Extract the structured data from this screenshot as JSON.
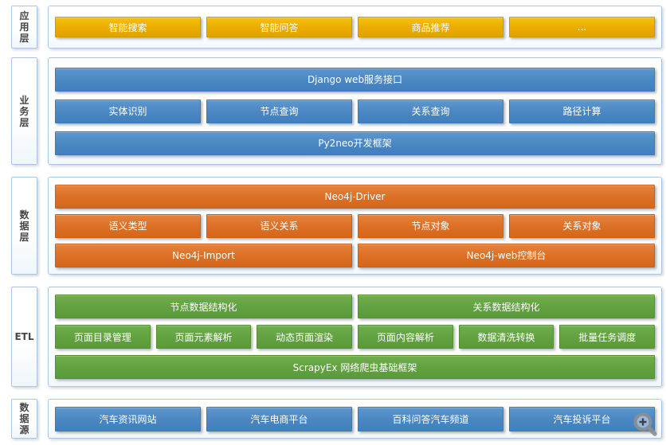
{
  "diagram": {
    "layers": [
      {
        "id": "application",
        "label": "应用层",
        "color_name": "yellow",
        "rows": [
          [
            {
              "text": "智能搜索",
              "span": 1
            },
            {
              "text": "智能问答",
              "span": 1
            },
            {
              "text": "商品推荐",
              "span": 1
            },
            {
              "text": "...",
              "span": 1
            }
          ]
        ]
      },
      {
        "id": "business",
        "label": "业务层",
        "color_name": "blue",
        "rows": [
          [
            {
              "text": "Django web服务接口",
              "span": 4
            }
          ],
          [
            {
              "text": "实体识别",
              "span": 1
            },
            {
              "text": "节点查询",
              "span": 1
            },
            {
              "text": "关系查询",
              "span": 1
            },
            {
              "text": "路径计算",
              "span": 1
            }
          ],
          [
            {
              "text": "Py2neo开发框架",
              "span": 4
            }
          ]
        ]
      },
      {
        "id": "data-layer",
        "label": "数据层",
        "color_name": "orange",
        "rows": [
          [
            {
              "text": "Neo4j-Driver",
              "span": 4
            }
          ],
          [
            {
              "text": "语义类型",
              "span": 1
            },
            {
              "text": "语义关系",
              "span": 1
            },
            {
              "text": "节点对象",
              "span": 1
            },
            {
              "text": "关系对象",
              "span": 1
            }
          ],
          [
            {
              "text": "Neo4j-Import",
              "span": 2
            },
            {
              "text": "Neo4j-web控制台",
              "span": 2
            }
          ]
        ]
      },
      {
        "id": "etl",
        "label": "ETL",
        "color_name": "green",
        "rows": [
          [
            {
              "text": "节点数据结构化",
              "span": 3
            },
            {
              "text": "关系数据结构化",
              "span": 3
            }
          ],
          [
            {
              "text": "页面目录管理",
              "span": 1
            },
            {
              "text": "页面元素解析",
              "span": 1
            },
            {
              "text": "动态页面渲染",
              "span": 1
            },
            {
              "text": "页面内容解析",
              "span": 1
            },
            {
              "text": "数据清洗转换",
              "span": 1
            },
            {
              "text": "批量任务调度",
              "span": 1
            }
          ],
          [
            {
              "text": "ScrapyEx 网络爬虫基础框架",
              "span": 6
            }
          ]
        ]
      },
      {
        "id": "datasource",
        "label": "数据源",
        "color_name": "blue",
        "rows": [
          [
            {
              "text": "汽车资讯网站",
              "span": 1
            },
            {
              "text": "汽车电商平台",
              "span": 1
            },
            {
              "text": "百科问答汽车频道",
              "span": 1
            },
            {
              "text": "汽车投诉平台",
              "span": 1
            }
          ]
        ]
      }
    ]
  },
  "colors": {
    "yellow": "#EAAD00",
    "blue": "#4A86C2",
    "orange": "#DC6F24",
    "green": "#62A140",
    "container_border": "#A9C6E3",
    "label_text": "#464646",
    "box_text": "#FFFFFF"
  },
  "icons": {
    "zoom": "magnifier-plus"
  }
}
